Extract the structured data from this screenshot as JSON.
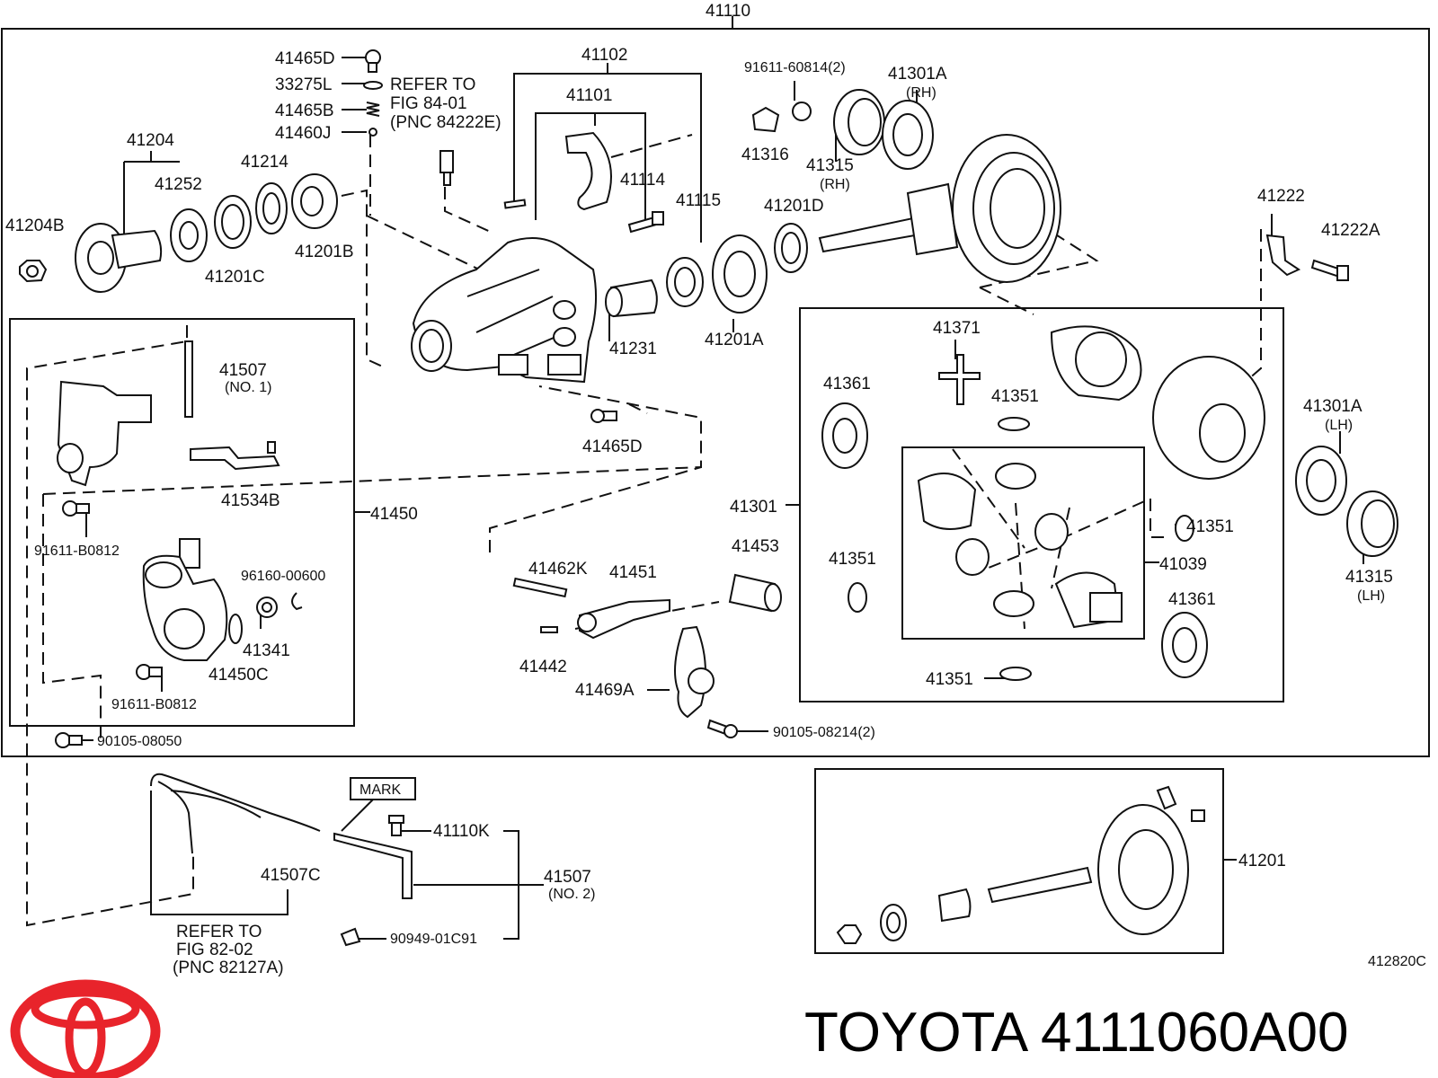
{
  "brand": {
    "caption": "TOYOTA 4111060A00",
    "logo_color": "#e8242b"
  },
  "figure_code": "412820C",
  "part_labels": {
    "p41110": "41110",
    "p41465D_top": "41465D",
    "p33275L": "33275L",
    "p41465B": "41465B",
    "p41460J": "41460J",
    "p41102": "41102",
    "p41101": "41101",
    "p91611_60814": "91611-60814(2)",
    "p41301A_rh": "41301A",
    "p41316": "41316",
    "p41315_rh": "41315",
    "p41204": "41204",
    "p41252": "41252",
    "p41214": "41214",
    "p41204B": "41204B",
    "p41201B": "41201B",
    "p41201C": "41201C",
    "p41114": "41114",
    "p41115": "41115",
    "p41201D": "41201D",
    "p41222": "41222",
    "p41222A": "41222A",
    "p41231": "41231",
    "p41201A": "41201A",
    "p41507_no1": "41507",
    "p41371": "41371",
    "p41361_left": "41361",
    "p41351_a": "41351",
    "p41301A_lh": "41301A",
    "p41534B": "41534B",
    "p41450": "41450",
    "p41465D_mid": "41465D",
    "p91611_B0812_a": "91611-B0812",
    "p96160_00600": "96160-00600",
    "p41341": "41341",
    "p41450C": "41450C",
    "p91611_B0812_b": "91611-B0812",
    "p90105_08050": "90105-08050",
    "p41462K": "41462K",
    "p41451": "41451",
    "p41453": "41453",
    "p41301": "41301",
    "p41351_b": "41351",
    "p41351_c": "41351",
    "p41039": "41039",
    "p41315_lh": "41315",
    "p41361_right": "41361",
    "p41442": "41442",
    "p41469A": "41469A",
    "p41351_d": "41351",
    "p90105_08214": "90105-08214(2)",
    "p41110K": "41110K",
    "p41507C": "41507C",
    "p41507_no2": "41507",
    "p90949_01C91": "90949-01C91",
    "p41201": "41201"
  },
  "qualifiers": {
    "rh_a": "(RH)",
    "rh_b": "(RH)",
    "lh_a": "(LH)",
    "lh_b": "(LH)",
    "no1": "(NO. 1)",
    "no2": "(NO. 2)"
  },
  "references": {
    "ref84_line1": "REFER TO",
    "ref84_line2": "FIG 84-01",
    "ref84_line3": "(PNC 84222E)",
    "ref82_line1": "REFER TO",
    "ref82_line2": "FIG 82-02",
    "ref82_line3": "(PNC 82127A)",
    "mark": "MARK"
  }
}
